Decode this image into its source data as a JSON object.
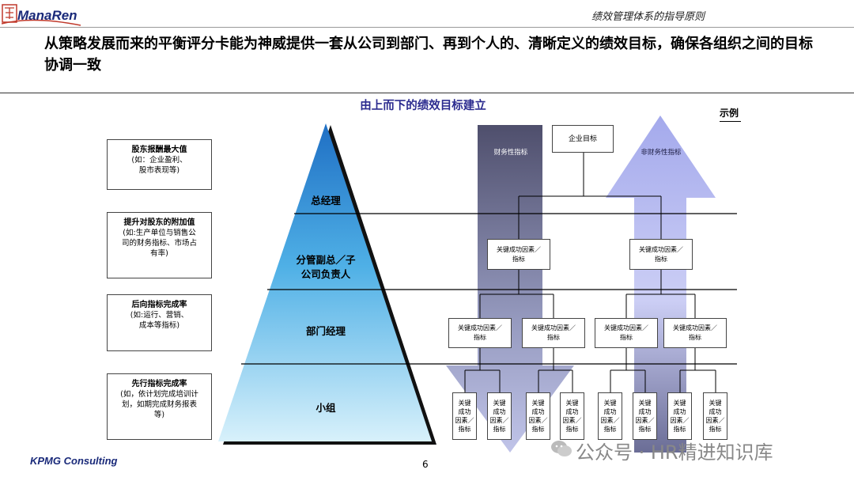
{
  "header": {
    "logo_mark": "ManaRen",
    "logo_seal": "慧仁",
    "title": "绩效管理体系的指导原则"
  },
  "main_title": "从策略发展而来的平衡评分卡能为神威提供一套从公司到部门、再到个人的、清晰定义的绩效目标，确保各组织之间的目标协调一致",
  "diagram": {
    "title": "由上而下的绩效目标建立",
    "example_label": "示例",
    "left_boxes": [
      {
        "heading": "股东报酬最大值",
        "lines": [
          "(如：企业盈利、",
          "股市表现等)"
        ]
      },
      {
        "heading": "提升对股东的附加值",
        "lines": [
          "(如:生产单位与销售公",
          "司的财务指标、市场占",
          "有率)"
        ]
      },
      {
        "heading": "后向指标完成率",
        "lines": [
          "(如:运行、营销、",
          "成本等指标)"
        ]
      },
      {
        "heading": "先行指标完成率",
        "lines": [
          "(如，依计划完成培训计",
          "划，如期完成财务报表",
          "等)"
        ]
      }
    ],
    "pyramid_levels": [
      "总经理",
      "分管副总／子\n公司负责人",
      "部门经理",
      "小组"
    ],
    "top_box": "企业目标",
    "financial_label": "财务性指标",
    "nonfinancial_label": "非财务性指标",
    "level2_box": "关键成功因素／\n指标",
    "level3_box": "关键成功因素／\n指标",
    "level4_box": "关键\n成功\n因素／\n指标"
  },
  "footer": {
    "brand": "KPMG Consulting",
    "page_number": "6",
    "watermark": "公众号 · HR精进知识库"
  }
}
